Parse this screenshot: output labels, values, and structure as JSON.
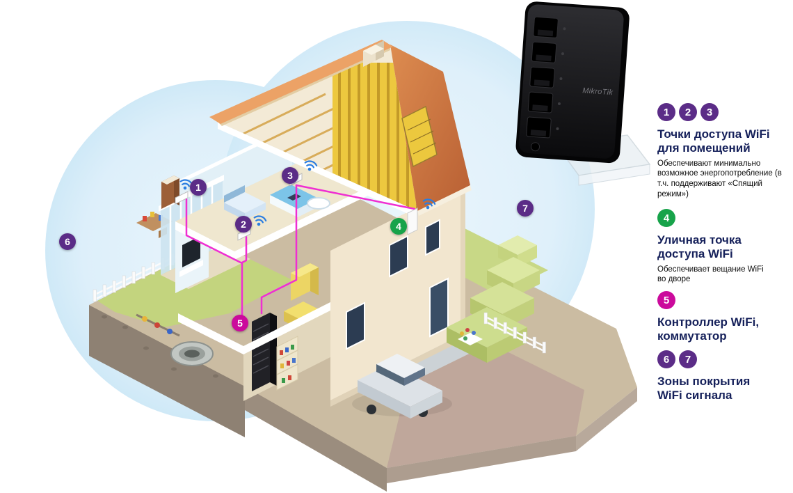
{
  "colors": {
    "purple": "#5b2c87",
    "green": "#17a34a",
    "magenta": "#cb0a9c",
    "cable_pink": "#ef2ed2",
    "wifi_blue": "#2a7de1",
    "coverage_blue": "#dceefa",
    "title_navy": "#15205a"
  },
  "router": {
    "brand": "MikroTik"
  },
  "diagram": {
    "markers": [
      {
        "label": "1",
        "type": "indoor-wifi-ap"
      },
      {
        "label": "2",
        "type": "indoor-wifi-ap"
      },
      {
        "label": "3",
        "type": "indoor-wifi-ap"
      },
      {
        "label": "4",
        "type": "outdoor-wifi-ap"
      },
      {
        "label": "5",
        "type": "wifi-controller-switch"
      },
      {
        "label": "6",
        "type": "coverage-zone"
      },
      {
        "label": "7",
        "type": "coverage-zone"
      }
    ]
  },
  "legend": {
    "items": [
      {
        "badges": [
          "1",
          "2",
          "3"
        ],
        "title": "Точки доступа WiFi для помещений",
        "body": "Обеспечивают минимально возможное энергопотребление (в т.ч. поддерживают «Спящий режим»)"
      },
      {
        "badges": [
          "4"
        ],
        "title": "Уличная точка доступа WiFi",
        "body": "Обеспечивает вещание WiFi во дворе"
      },
      {
        "badges": [
          "5"
        ],
        "title": "Контроллер WiFi, коммутатор"
      },
      {
        "badges": [
          "6",
          "7"
        ],
        "title": "Зоны покрытия WiFi сигнала"
      }
    ]
  }
}
